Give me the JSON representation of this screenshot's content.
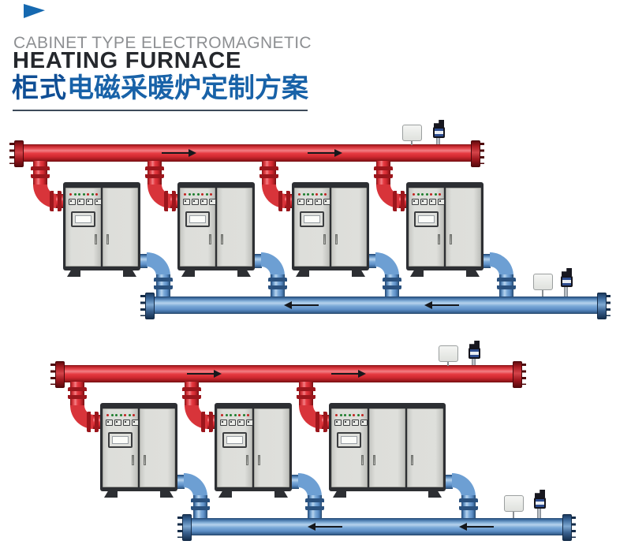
{
  "header": {
    "kicker": "CABINET TYPE ELECTROMAGNETIC",
    "title_en": "HEATING FURNACE",
    "title_zh_lead": "柜式",
    "title_zh_rest": "电磁采暖炉定制方案",
    "kicker_color": "#8d8f92",
    "title_en_color": "#25282d",
    "title_zh_color": "#1862a8",
    "underline_color": "#3d4a5a",
    "logo_color": "#1669b0"
  },
  "colors": {
    "supply_pipe_red": "#e63a41",
    "return_pipe_blue": "#7aa9d8",
    "cabinet_frame": "#2d2f33",
    "cabinet_door": "#dedfdb",
    "arrow": "#16181c"
  },
  "diagrams": [
    {
      "name": "four-unit-custom-plan",
      "cabinet_count": 4,
      "cabinet_doors": [
        2,
        2,
        2,
        2
      ],
      "supply_flow_direction": "right",
      "return_flow_direction": "left",
      "supply_instruments": [
        "transmitter-box",
        "pressure-gauge"
      ],
      "return_instruments": [
        "transmitter-box",
        "pressure-gauge"
      ]
    },
    {
      "name": "three-unit-custom-plan",
      "cabinet_count": 3,
      "cabinet_doors": [
        2,
        2,
        3
      ],
      "supply_flow_direction": "right",
      "return_flow_direction": "left",
      "supply_instruments": [
        "transmitter-box",
        "pressure-gauge"
      ],
      "return_instruments": [
        "transmitter-box",
        "pressure-gauge"
      ]
    }
  ],
  "cabinet_panel": {
    "indicator_lights": [
      "red",
      "green",
      "green",
      "green",
      "red",
      "green",
      "red"
    ],
    "button_count": 4,
    "display": "lcd-screen"
  }
}
